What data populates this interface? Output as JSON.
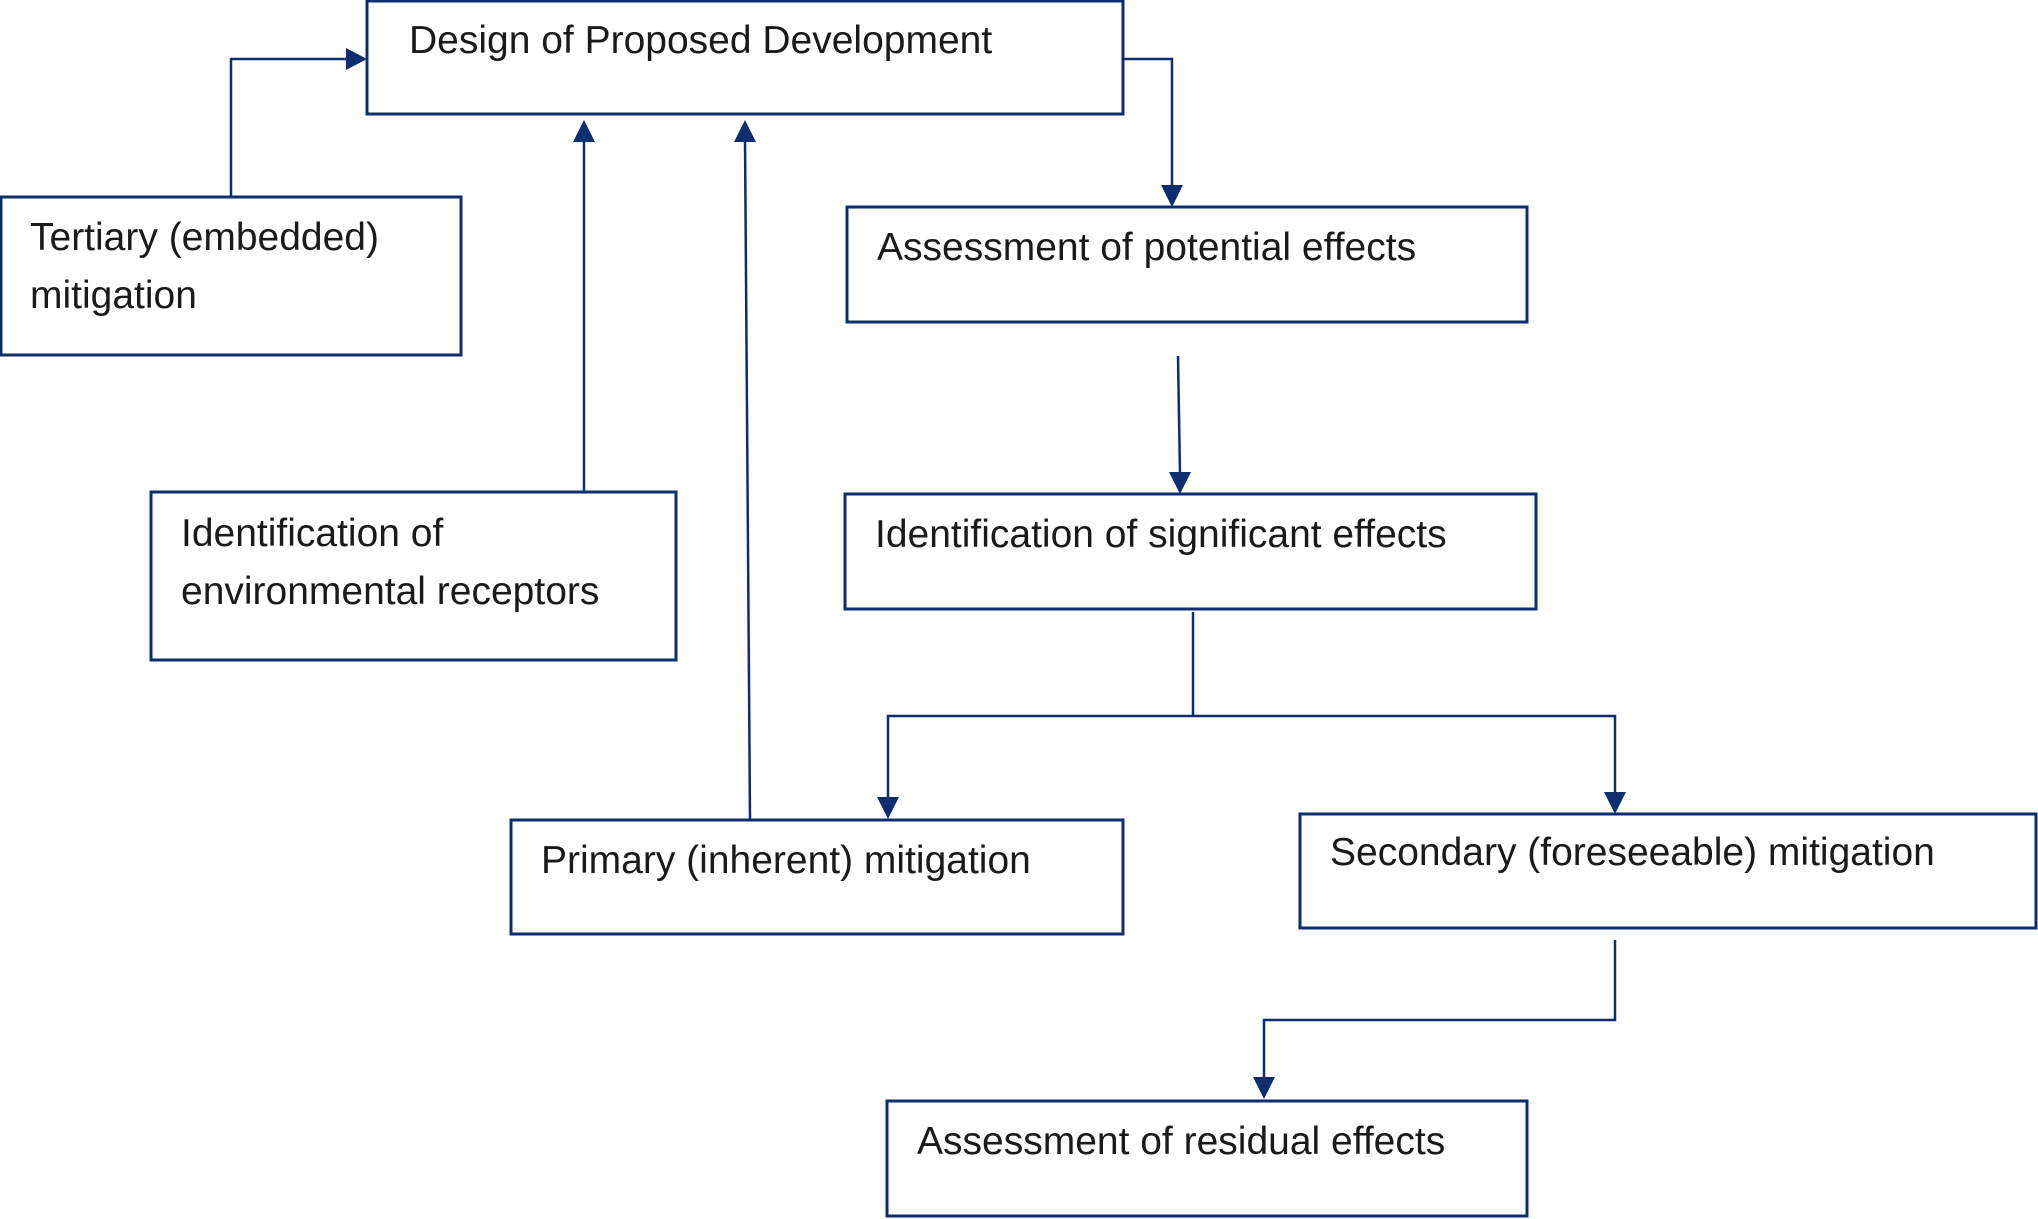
{
  "diagram": {
    "line_color": "#0d2e6e",
    "text_color": "#1a1a1a",
    "nodes": {
      "design": {
        "lines": [
          "Design of Proposed Development"
        ]
      },
      "tertiary": {
        "lines": [
          "Tertiary (embedded)",
          "mitigation"
        ]
      },
      "receptors": {
        "lines": [
          "Identification of",
          "environmental receptors"
        ]
      },
      "primary": {
        "lines": [
          "Primary (inherent) mitigation"
        ]
      },
      "potential": {
        "lines": [
          "Assessment of potential effects"
        ]
      },
      "significant": {
        "lines": [
          "Identification of significant effects"
        ]
      },
      "secondary": {
        "lines": [
          "Secondary (foreseeable) mitigation"
        ]
      },
      "residual": {
        "lines": [
          "Assessment of residual effects"
        ]
      }
    },
    "edges": [
      {
        "from": "tertiary",
        "to": "design"
      },
      {
        "from": "receptors",
        "to": "design"
      },
      {
        "from": "primary",
        "to": "design"
      },
      {
        "from": "design",
        "to": "potential"
      },
      {
        "from": "potential",
        "to": "significant"
      },
      {
        "from": "significant",
        "to": "primary"
      },
      {
        "from": "significant",
        "to": "secondary"
      },
      {
        "from": "secondary",
        "to": "residual"
      }
    ]
  }
}
